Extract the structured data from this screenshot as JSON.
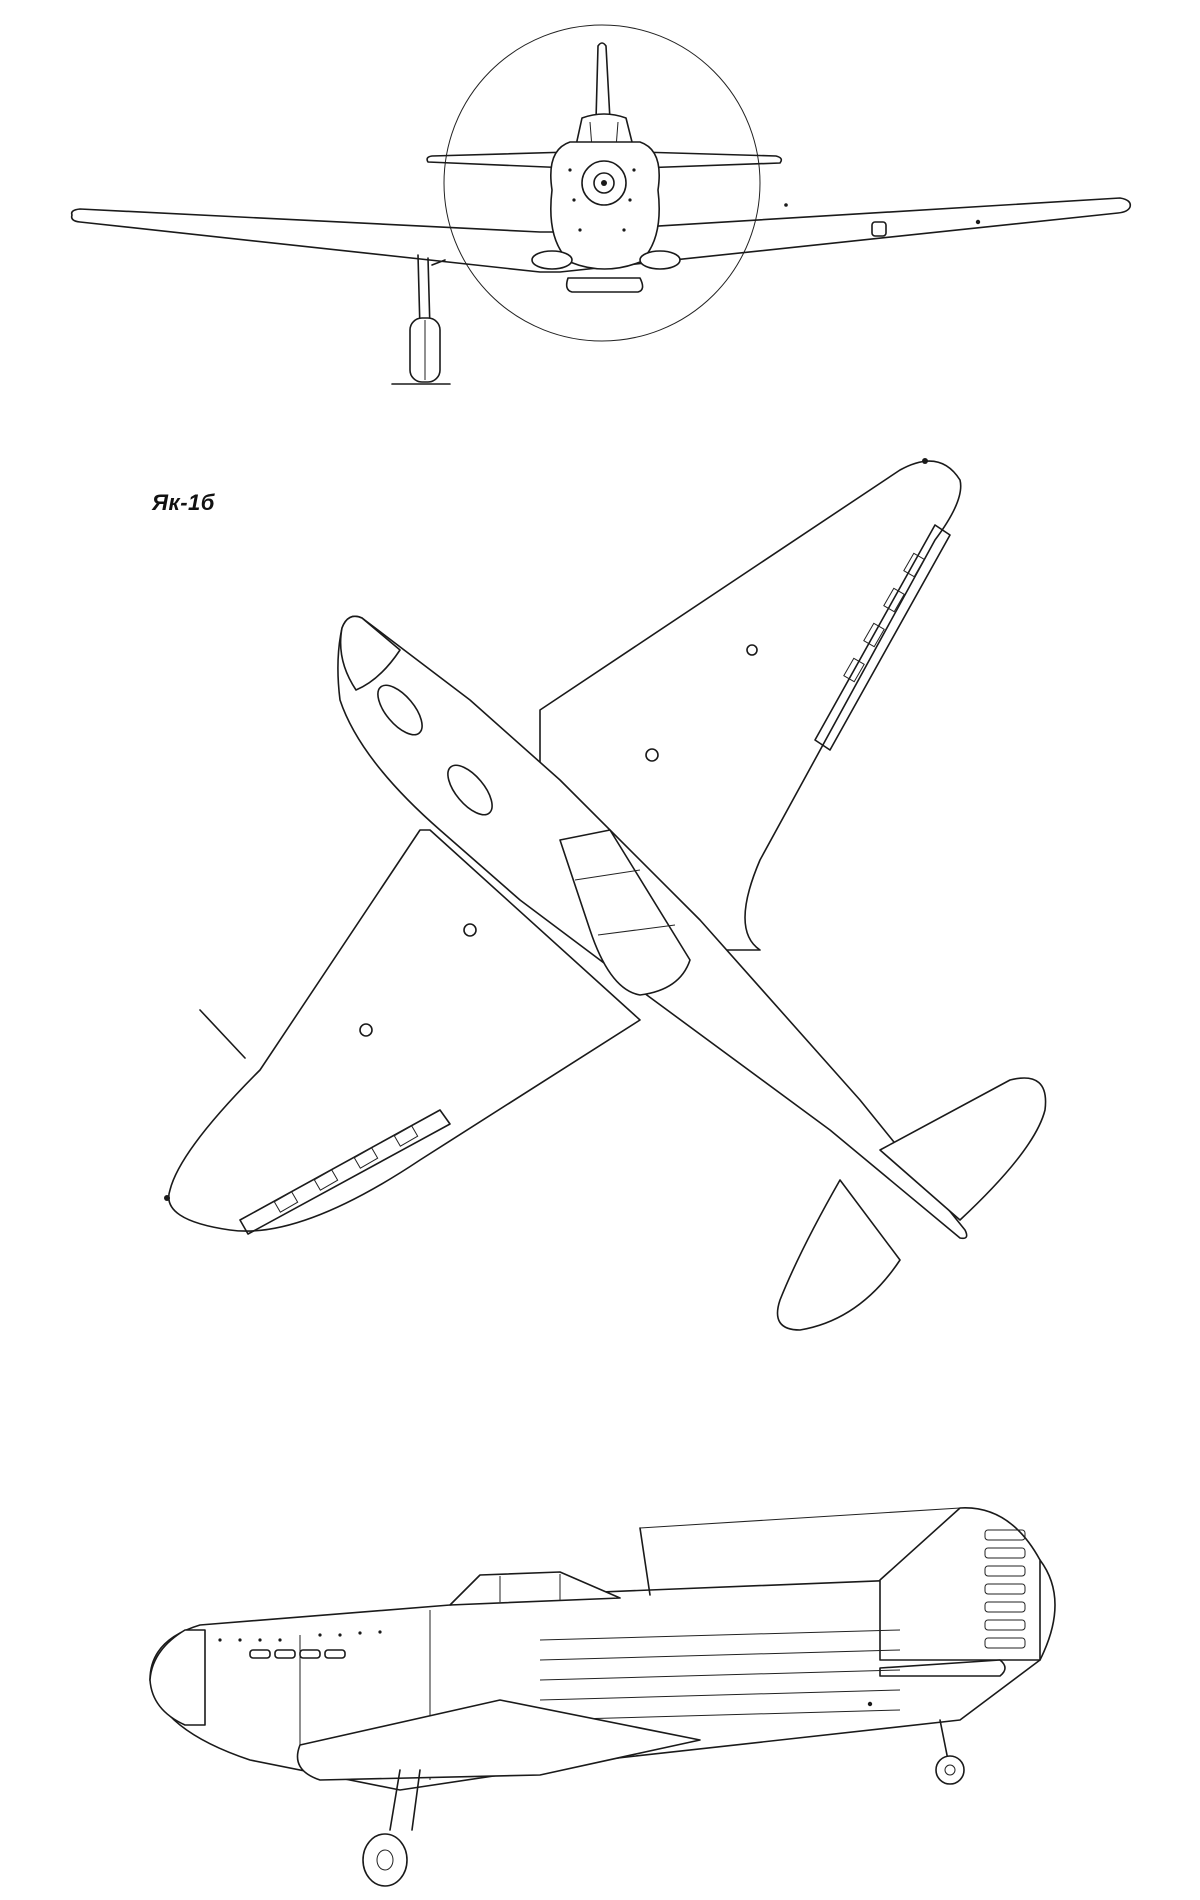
{
  "drawing": {
    "aircraft_label": "Як-1б",
    "line_color": "#1a1a1a",
    "background_color": "#ffffff",
    "views": [
      "front-view",
      "top-view",
      "side-view"
    ]
  }
}
